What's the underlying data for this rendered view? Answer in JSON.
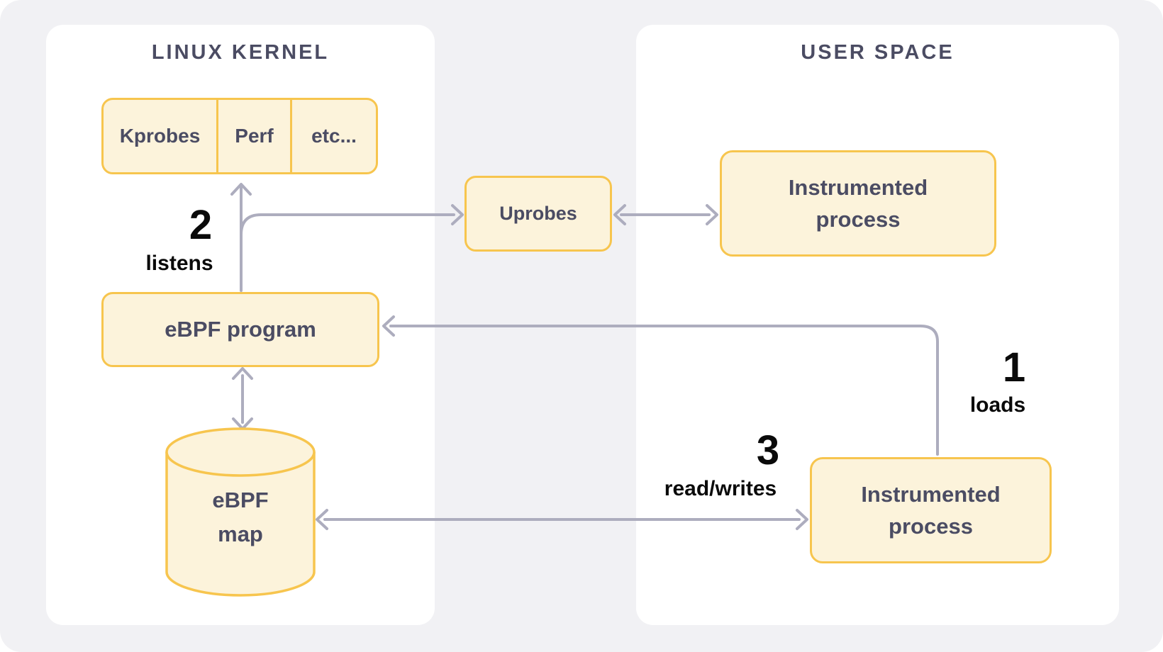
{
  "diagram": {
    "kernel_panel": {
      "title": "LINUX KERNEL"
    },
    "user_panel": {
      "title": "USER SPACE"
    },
    "nodes": {
      "probes": {
        "cells": [
          "Kprobes",
          "Perf",
          "etc..."
        ]
      },
      "uprobes": {
        "label": "Uprobes"
      },
      "ebpf_program": {
        "label": "eBPF program"
      },
      "ebpf_map": {
        "line1": "eBPF",
        "line2": "map"
      },
      "instrumented_top": {
        "line1": "Instrumented",
        "line2": "process"
      },
      "instrumented_bottom": {
        "line1": "Instrumented",
        "line2": "process"
      }
    },
    "annotations": {
      "loads": {
        "number": "1",
        "label": "loads"
      },
      "listens": {
        "number": "2",
        "label": "listens"
      },
      "read_writes": {
        "number": "3",
        "label": "read/writes"
      }
    },
    "colors": {
      "canvas_bg": "#F1F1F4",
      "panel_bg": "#FFFFFF",
      "node_fill": "#FCF3DB",
      "node_border": "#F7C54E",
      "arrow": "#ADADBE",
      "heading_text": "#4B4C63",
      "annotation_text": "#0A0A0A"
    }
  }
}
